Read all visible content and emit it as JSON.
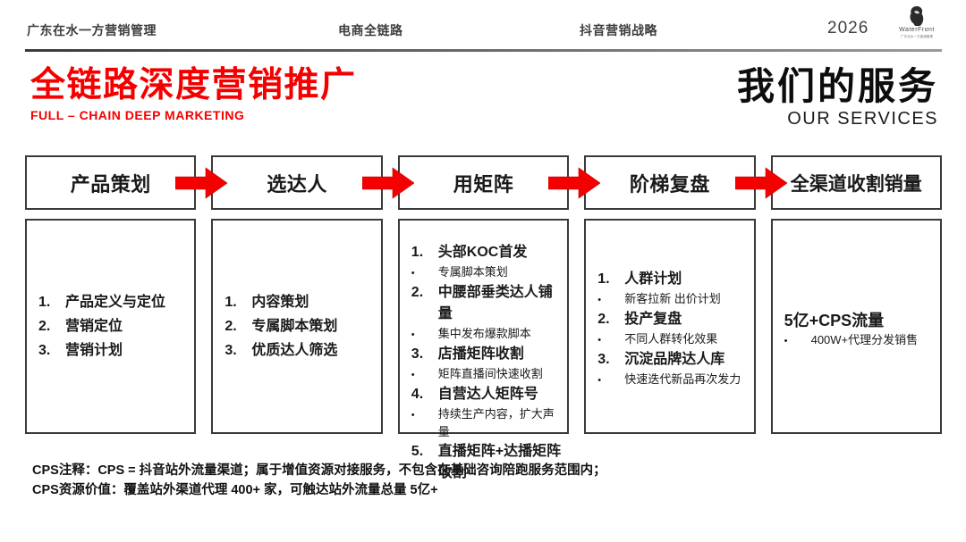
{
  "colors": {
    "accent_red": "#f50000"
  },
  "header": {
    "nav": [
      "广东在水一方营销管理",
      "电商全链路",
      "抖音营销战略"
    ],
    "year": "2026",
    "logo_text": "WaterFront",
    "logo_subtext": "广东在水一方营销管理"
  },
  "title": {
    "main": "全链路深度营销推广",
    "subtitle": "FULL – CHAIN DEEP MARKETING",
    "right_main": "我们的服务",
    "right_subtitle": "OUR SERVICES"
  },
  "flow": {
    "columns": [
      {
        "header": "产品策划",
        "items": [
          {
            "type": "num",
            "marker": "1.",
            "text": "产品定义与定位"
          },
          {
            "type": "num",
            "marker": "2.",
            "text": "营销定位"
          },
          {
            "type": "num",
            "marker": "3.",
            "text": "营销计划"
          }
        ]
      },
      {
        "header": "选达人",
        "items": [
          {
            "type": "num",
            "marker": "1.",
            "text": "内容策划"
          },
          {
            "type": "num",
            "marker": "2.",
            "text": "专属脚本策划"
          },
          {
            "type": "num",
            "marker": "3.",
            "text": "优质达人筛选"
          }
        ]
      },
      {
        "header": "用矩阵",
        "items": [
          {
            "type": "num",
            "marker": "1.",
            "text": "头部KOC首发"
          },
          {
            "type": "bullet",
            "marker": "•",
            "text": "专属脚本策划"
          },
          {
            "type": "num",
            "marker": "2.",
            "text": "中腰部垂类达人铺量"
          },
          {
            "type": "bullet",
            "marker": "•",
            "text": "集中发布爆款脚本"
          },
          {
            "type": "num",
            "marker": "3.",
            "text": "店播矩阵收割"
          },
          {
            "type": "bullet",
            "marker": "•",
            "text": "矩阵直播间快速收割"
          },
          {
            "type": "num",
            "marker": "4.",
            "text": "自营达人矩阵号"
          },
          {
            "type": "bullet",
            "marker": "•",
            "text": "持续生产内容，扩大声量"
          },
          {
            "type": "num",
            "marker": "5.",
            "text": "直播矩阵+达播矩阵收割"
          }
        ]
      },
      {
        "header": "阶梯复盘",
        "items": [
          {
            "type": "num",
            "marker": "1.",
            "text": "人群计划"
          },
          {
            "type": "bullet",
            "marker": "•",
            "text": "新客拉新 出价计划"
          },
          {
            "type": "num",
            "marker": "2.",
            "text": "投产复盘"
          },
          {
            "type": "bullet",
            "marker": "•",
            "text": "不同人群转化效果"
          },
          {
            "type": "num",
            "marker": "3.",
            "text": "沉淀品牌达人库"
          },
          {
            "type": "bullet",
            "marker": "•",
            "text": "快速迭代新品再次发力"
          }
        ]
      },
      {
        "header": "全渠道收割销量",
        "items": [
          {
            "type": "heading",
            "marker": "",
            "text": "5亿+CPS流量"
          },
          {
            "type": "bullet",
            "marker": "•",
            "text": "400W+代理分发销售"
          }
        ]
      }
    ]
  },
  "footer": {
    "line1": "CPS注释：CPS = 抖音站外流量渠道；属于增值资源对接服务，不包含在基础咨询陪跑服务范围内；",
    "line2": "CPS资源价值：覆盖站外渠道代理 400+ 家，可触达站外流量总量 5亿+"
  }
}
